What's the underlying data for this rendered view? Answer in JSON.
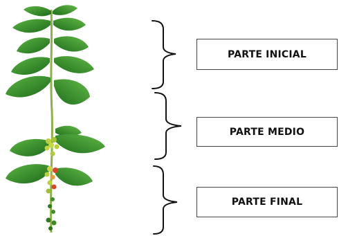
{
  "sections": [
    {
      "label": "PARTE INICIAL"
    },
    {
      "label": "PARTE MEDIO"
    },
    {
      "label": "PARTE FINAL"
    }
  ],
  "colors": {
    "leaf_dark": "#1f6b1c",
    "leaf_light": "#4fa33a",
    "stem": "#8fb04a",
    "berry_green": "#b9cf3c",
    "berry_red": "#d9472b",
    "bracket": "#111111",
    "box_border": "#444444"
  }
}
